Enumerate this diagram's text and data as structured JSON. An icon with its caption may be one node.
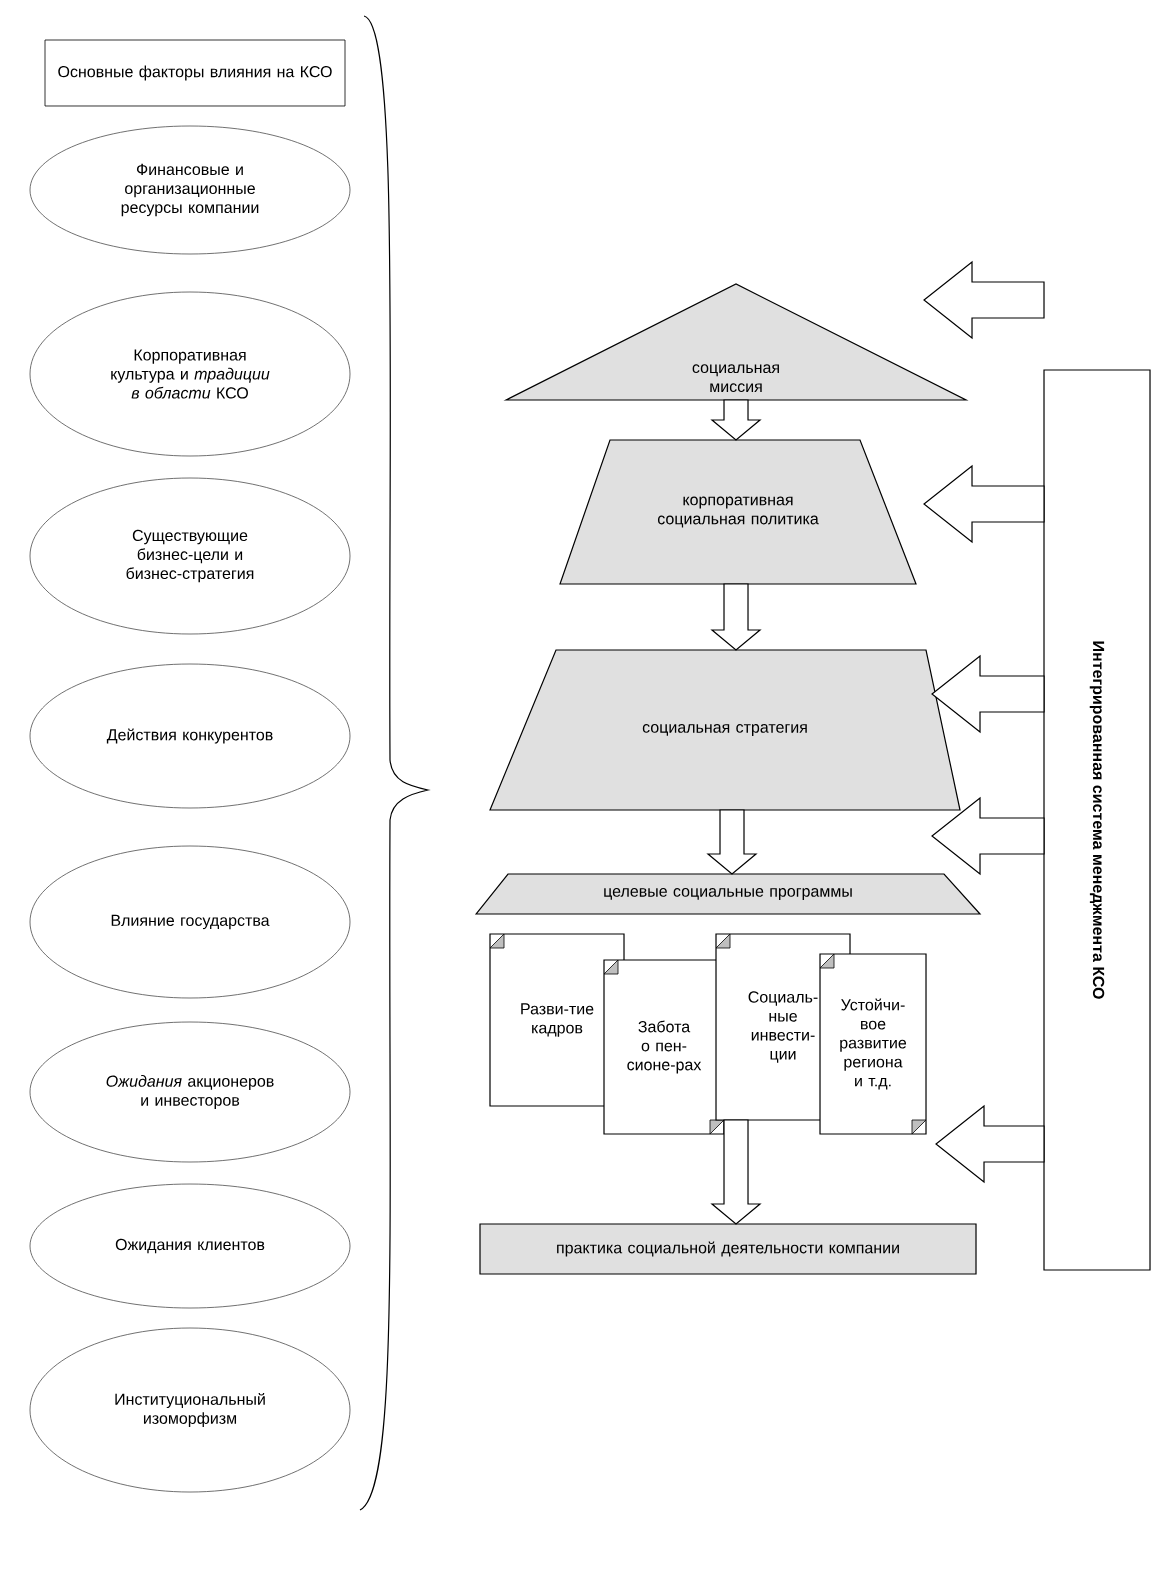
{
  "diagram": {
    "nodes": [
      {
        "text": [
          "Основные факторы влияния на КСО"
        ]
      },
      {
        "text": [
          "Финансовые и организационные ресурсы компании"
        ]
      },
      {
        "text": [
          "Корпоративная культура и *традиции в области* КСО"
        ]
      },
      {
        "text": [
          "Существующие бизнес-цели и бизнес-стратегия"
        ]
      },
      {
        "text": [
          "Действия конкурентов"
        ]
      },
      {
        "text": [
          "Влияние государства"
        ]
      },
      {
        "text": [
          "*Ожидания* акционеров и инвесторов"
        ]
      },
      {
        "text": [
          "Ожидания клиентов"
        ]
      },
      {
        "text": [
          "Институциональный изоморфизм"
        ]
      },
      {
        "text": [
          "социальная миссия"
        ]
      },
      {
        "text": [
          "корпоративная социальная политика"
        ]
      },
      {
        "text": [
          "социальная стратегия"
        ]
      },
      {
        "text": [
          "целевые социальные программы"
        ]
      },
      {
        "text": [
          "Разви-тие кадров"
        ]
      },
      {
        "text": [
          "Забота о пен-сионе-рах"
        ]
      },
      {
        "text": [
          "Социаль-ные инвести-ции"
        ]
      },
      {
        "text": [
          "Устойчи-вое развитие региона и т.д."
        ]
      },
      {
        "text": [
          "практика социальной деятельности компании"
        ]
      },
      {
        "text": [
          "Интегрированная система менеджмента КСО"
        ]
      }
    ],
    "edges": [
      {
        "from": 9,
        "to": 10,
        "arrow": "to"
      },
      {
        "from": 10,
        "to": 11,
        "arrow": "to"
      },
      {
        "from": 11,
        "to": 12,
        "arrow": "to"
      },
      {
        "from": 15,
        "to": 17,
        "arrow": "to"
      },
      {
        "from": 18,
        "to": 9,
        "arrow": "to"
      },
      {
        "from": 18,
        "to": 10,
        "arrow": "to"
      },
      {
        "from": 18,
        "to": 11,
        "arrow": "to"
      },
      {
        "from": 18,
        "to": 12,
        "arrow": "to"
      },
      {
        "from": 18,
        "to": 16,
        "arrow": "to"
      }
    ]
  }
}
